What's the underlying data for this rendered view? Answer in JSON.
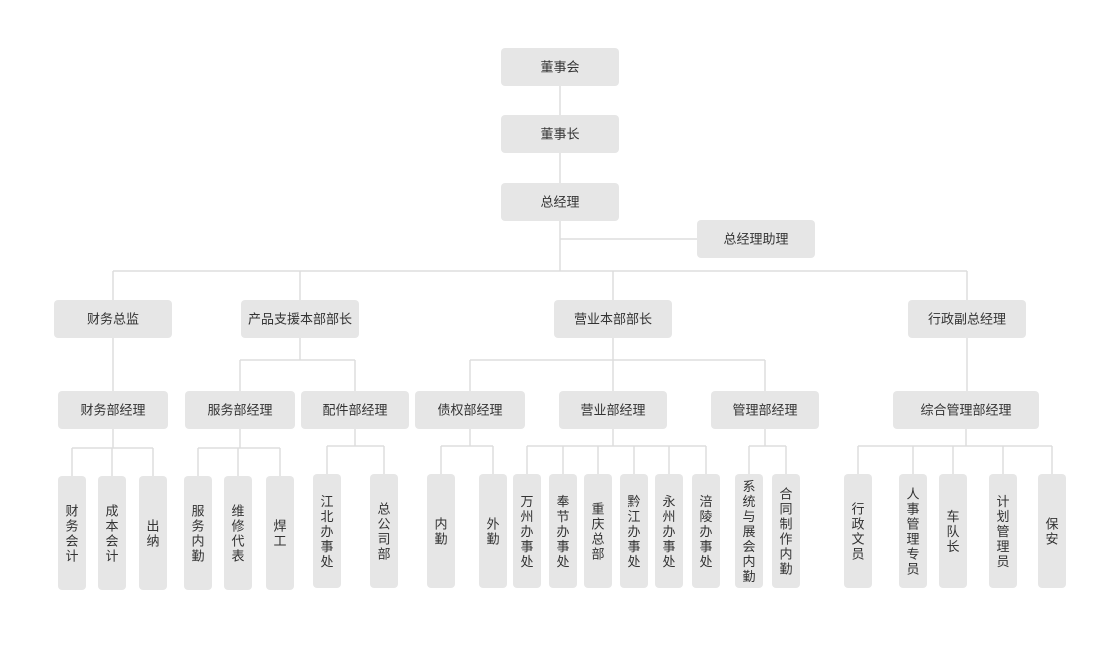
{
  "colors": {
    "node_fill": "#e6e6e6",
    "connector": "#dddddd",
    "text": "#333333"
  },
  "nodes": {
    "board": "董事会",
    "chairman": "董事长",
    "gm": "总经理",
    "gm_assistant": "总经理助理",
    "finance_director": "财务总监",
    "product_support_head": "产品支援本部部长",
    "sales_head": "营业本部部长",
    "admin_vgm": "行政副总经理",
    "finance_manager": "财务部经理",
    "service_manager": "服务部经理",
    "parts_manager": "配件部经理",
    "debt_manager": "债权部经理",
    "sales_manager": "营业部经理",
    "management_manager": "管理部经理",
    "general_admin_manager": "综合管理部经理",
    "finance_accounting": "财务会计",
    "cost_accounting": "成本会计",
    "cashier": "出纳",
    "service_office": "服务内勤",
    "maintenance_rep": "维修代表",
    "welder": "焊工",
    "jiangbei_office": "江北办事处",
    "head_company_dept": "总公司部",
    "internal_staff": "内勤",
    "external_staff": "外勤",
    "wanzhou_office": "万州办事处",
    "fengjie_office": "奉节办事处",
    "chongqing_hq": "重庆总部",
    "qianjiang_office": "黔江办事处",
    "yongzhou_office": "永州办事处",
    "fuling_office": "涪陵办事处",
    "system_exhibition_office": "系统与展会内勤",
    "contract_office": "合同制作内勤",
    "admin_clerk": "行政文员",
    "hr_specialist": "人事管理专员",
    "fleet_captain": "车队长",
    "planner": "计划管理员",
    "security": "保安"
  }
}
